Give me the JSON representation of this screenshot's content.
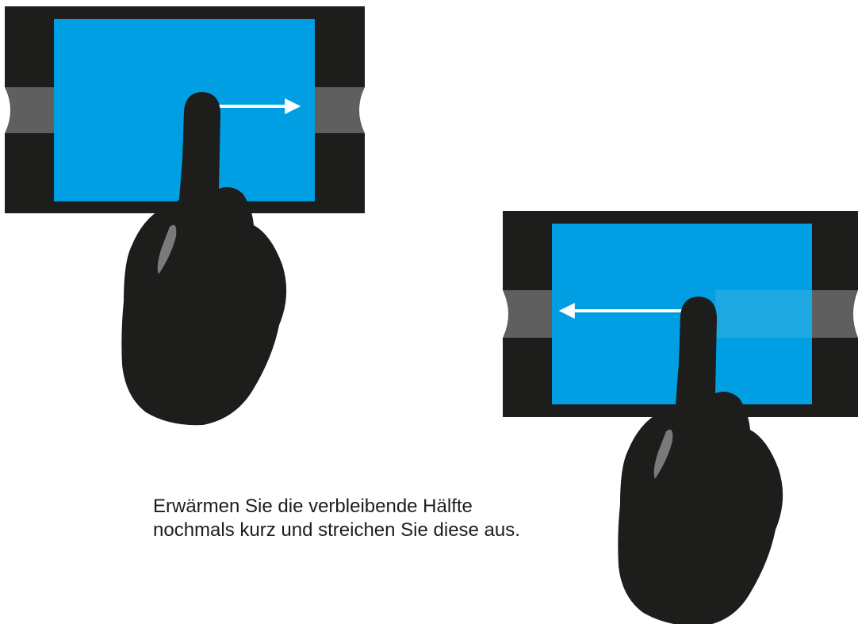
{
  "caption": {
    "line1": "Erwärmen Sie die verbleibende Hälfte",
    "line2": "nochmals kurz und streichen Sie diese aus."
  },
  "colors": {
    "frame": "#1d1d1b",
    "screen": "#009fe3",
    "screen_highlight": "#1ea8e1",
    "strip": "#5f5f5f",
    "hand": "#1d1d1b",
    "hand_shine": "#7a7a7a",
    "arrow": "#ffffff",
    "background": "#ffffff"
  },
  "steps": [
    {
      "arrow_direction": "right",
      "icons": [
        "device-frame-icon",
        "finger-hand-icon",
        "arrow-right-icon"
      ]
    },
    {
      "arrow_direction": "left",
      "icons": [
        "device-frame-icon",
        "finger-hand-icon",
        "arrow-left-icon"
      ]
    }
  ]
}
